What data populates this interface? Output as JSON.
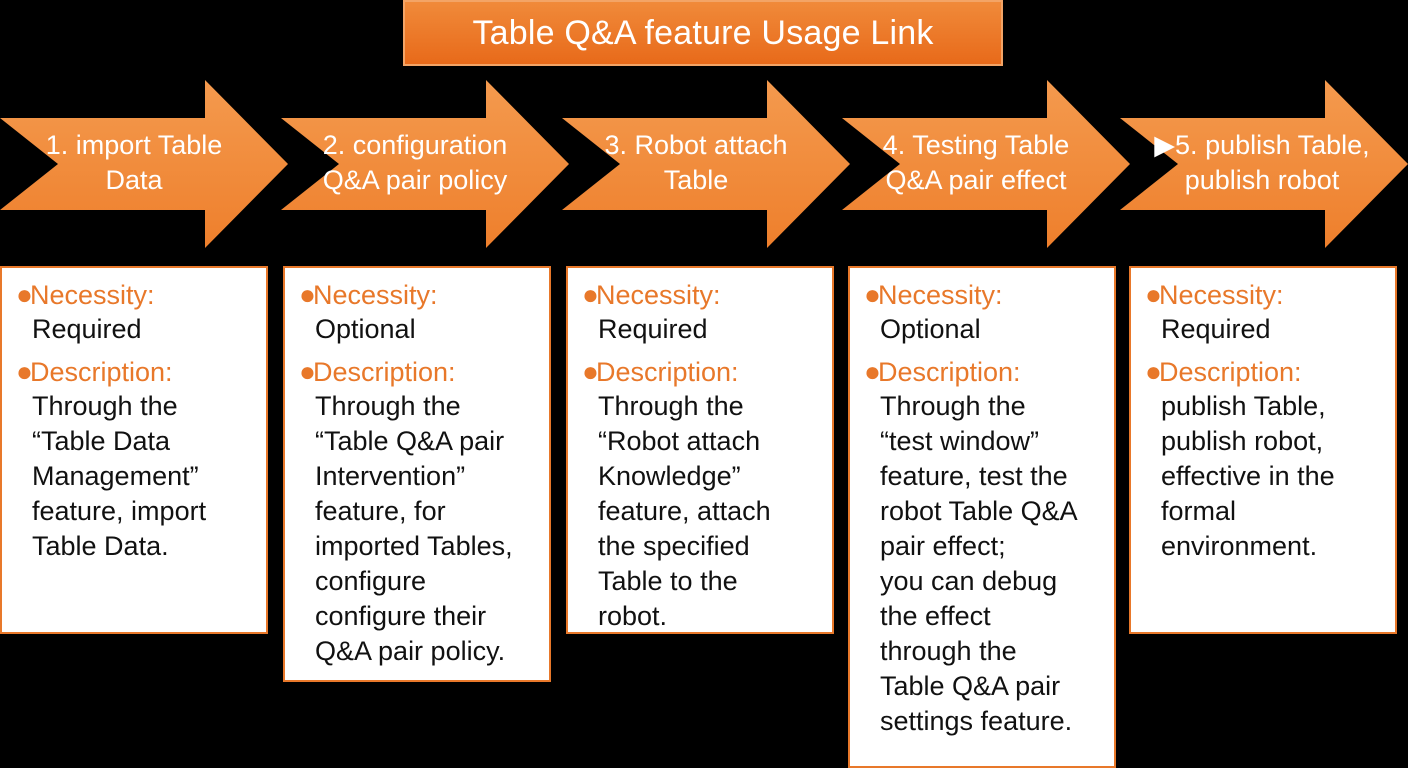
{
  "title": "Table Q&A feature Usage Link",
  "colors": {
    "accent": "#e8782a",
    "accent_light": "#f08a3a",
    "background": "#000000",
    "card_bg": "#ffffff",
    "text_dark": "#111111"
  },
  "labels": {
    "necessity": "Necessity:",
    "description": "Description:"
  },
  "steps": [
    {
      "title": "1. import Table\nData",
      "necessity": "Required",
      "description": "Through the\n“Table Data\nManagement”\nfeature, import\nTable Data."
    },
    {
      "title": "2. configuration\nQ&A pair policy",
      "necessity": "Optional",
      "description": "Through the\n“Table Q&A pair\nIntervention”\nfeature, for\nimported Tables,\nconfigure\nconfigure their\nQ&A pair policy."
    },
    {
      "title": "3. Robot attach\nTable",
      "necessity": "Required",
      "description": "Through the\n“Robot attach\nKnowledge”\nfeature, attach\nthe specified\nTable to the\nrobot."
    },
    {
      "title": "4. Testing Table\nQ&A pair effect",
      "necessity": "Optional",
      "description": "Through the\n“test window”\nfeature, test the\nrobot Table Q&A\npair effect;\nyou can debug\nthe effect\nthrough the\nTable Q&A pair\nsettings feature."
    },
    {
      "title": "▶5. publish Table,\npublish robot",
      "necessity": "Required",
      "description": "publish Table,\npublish robot,\neffective in the\nformal\nenvironment."
    }
  ]
}
